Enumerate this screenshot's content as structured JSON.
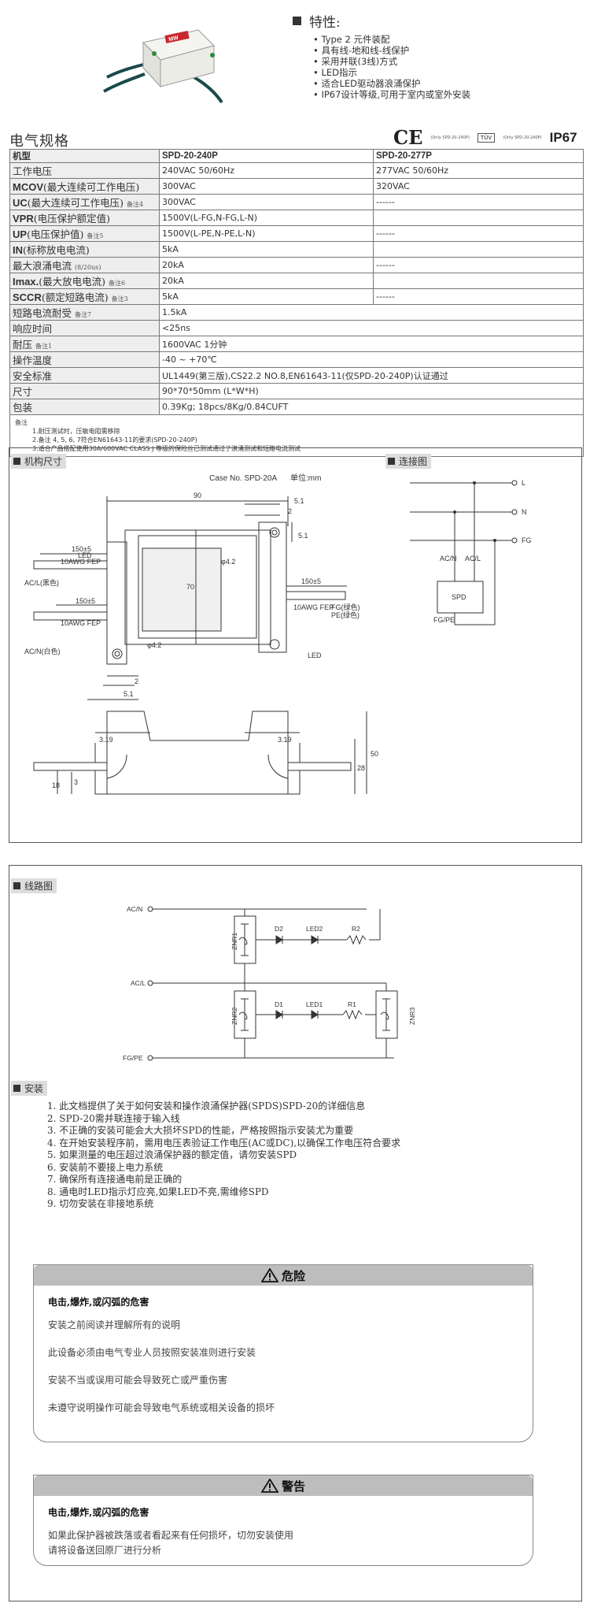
{
  "features": {
    "title": "特性:",
    "items": [
      "Type 2 元件装配",
      "具有线-地和线-线保护",
      "采用并联(3线)方式",
      "LED指示",
      "适合LED驱动器浪涌保护",
      "IP67设计等级,可用于室内或室外安装"
    ]
  },
  "product_photo": {
    "brand": "MW"
  },
  "spec": {
    "title": "电气规格",
    "certs": {
      "ce": "CE",
      "ce_note": "(Only SPD-20-240P)",
      "tuv": "TÜV",
      "ul_note": "(Only SPD-20-240P)",
      "ip": "IP67"
    },
    "header": [
      "机型",
      "SPD-20-240P",
      "SPD-20-277P"
    ],
    "rows": [
      {
        "bold": "",
        "label": "工作电压",
        "note": "",
        "v1": "240VAC 50/60Hz",
        "v2": "277VAC 50/60Hz"
      },
      {
        "bold": "MCOV",
        "label": "(最大连续可工作电压)",
        "note": "",
        "v1": "300VAC",
        "v2": "320VAC"
      },
      {
        "bold": "UC",
        "label": "(最大连续可工作电压)",
        "note": "备注4",
        "v1": "300VAC",
        "v2": "------"
      },
      {
        "bold": "VPR",
        "label": "(电压保护额定值)",
        "note": "",
        "v1": "1500V(L-FG,N-FG,L-N)",
        "v2": ""
      },
      {
        "bold": "UP",
        "label": "(电压保护值)",
        "note": "备注5",
        "v1": "1500V(L-PE,N-PE,L-N)",
        "v2": "------"
      },
      {
        "bold": "IN",
        "label": "(标称放电电流)",
        "note": "",
        "v1": "5kA",
        "v2": ""
      },
      {
        "bold": "",
        "label": "最大浪涌电流",
        "note": "(8/20us)",
        "v1": "20kA",
        "v2": "------"
      },
      {
        "bold": "Imax.",
        "label": "(最大放电电流)",
        "note": "备注6",
        "v1": "20kA",
        "v2": ""
      },
      {
        "bold": "SCCR",
        "label": "(额定短路电流)",
        "note": "备注3",
        "v1": "5kA",
        "v2": "------"
      },
      {
        "bold": "",
        "label": "短路电流耐受",
        "note": "备注7",
        "v1": "1.5kA",
        "v2": ""
      },
      {
        "bold": "",
        "label": "响应时间",
        "note": "",
        "v1": "<25ns",
        "v2": ""
      },
      {
        "bold": "",
        "label": "耐压",
        "note": "备注1",
        "v1": "1600VAC 1分钟",
        "v2": ""
      },
      {
        "bold": "",
        "label": "操作温度",
        "note": "",
        "v1": "-40 ~ +70℃",
        "v2": ""
      },
      {
        "bold": "",
        "label": "安全标准",
        "note": "",
        "v1": "UL1449(第三版),CS22.2 NO.8,EN61643-11(仅SPD-20-240P)认证通过",
        "v2": ""
      },
      {
        "bold": "",
        "label": "尺寸",
        "note": "",
        "v1": "90*70*50mm (L*W*H)",
        "v2": ""
      },
      {
        "bold": "",
        "label": "包装",
        "note": "",
        "v1": "0.39Kg; 18pcs/8Kg/0.84CUFT",
        "v2": ""
      }
    ],
    "notes": {
      "label": "备注",
      "lines": [
        "1.耐压测试时，压敏电阻需移除",
        "2.备注 4, 5, 6, 7符合EN61643-11的要求(SPD-20-240P)",
        "3.适合产品搭配使用30A/600VAC CLASS J 等级的保险丝已测试通过了浪涌测试和短路电流测试"
      ]
    }
  },
  "mech": {
    "tag": "机构尺寸",
    "case_no": "Case No. SPD-20A",
    "unit": "单位:mm",
    "dims": {
      "d90": "90",
      "d51": "5.1",
      "d2": "2",
      "d51v": "5.1",
      "d70": "70",
      "phi42a": "φ4.2",
      "phi42b": "φ4.2",
      "d150a": "150±5",
      "d150b": "150±5",
      "d150c": "150±5",
      "d2b": "2",
      "d51b": "5.1",
      "d319a": "3.19",
      "d319b": "3.19",
      "d50": "50",
      "d28": "28",
      "d18": "18",
      "d3": "3"
    },
    "labels": {
      "led_top": "LED",
      "awg_top": "10AWG FEP",
      "acl": "AC/L(黑色)",
      "awg_bottom": "10AWG FEP",
      "acn": "AC/N(白色)",
      "awg_right": "10AWG FEP",
      "fg": "FG(绿色)",
      "pe": "PE(绿色)",
      "led_right": "LED"
    }
  },
  "connection": {
    "tag": "连接图",
    "L": "L",
    "N": "N",
    "FG": "FG",
    "acn": "AC/N",
    "acl": "AC/L",
    "spd": "SPD",
    "fgpe": "FG/PE"
  },
  "circuit": {
    "tag": "线路图",
    "acn": "AC/N",
    "acl": "AC/L",
    "fgpe": "FG/PE",
    "znr1": "ZNR1",
    "znr2": "ZNR2",
    "znr3": "ZNR3",
    "d1": "D1",
    "d2": "D2",
    "led1": "LED1",
    "led2": "LED2",
    "r1": "R1",
    "r2": "R2"
  },
  "install": {
    "tag": "安装",
    "items": [
      "1. 此文档提供了关于如何安装和操作浪涌保护器(SPDS)SPD-20的详细信息",
      "2. SPD-20需并联连接于输入线",
      "3. 不正确的安装可能会大大损坏SPD的性能，严格按照指示安装尤为重要",
      "4. 在开始安装程序前，需用电压表验证工作电压(AC或DC),以确保工作电压符合要求",
      "5. 如果测量的电压超过浪涌保护器的额定值，请勿安装SPD",
      "6. 安装前不要接上电力系统",
      "7. 确保所有连接通电前是正确的",
      "8. 通电时LED指示灯应亮,如果LED不亮,需维修SPD",
      "9. 切勿安装在非接地系统"
    ]
  },
  "danger": {
    "head": "危险",
    "title": "电击,爆炸,或闪弧的危害",
    "lines": [
      "安装之前阅读并理解所有的说明",
      "此设备必须由电气专业人员按照安装准则进行安装",
      "安装不当或误用可能会导致死亡或严重伤害",
      "未遵守说明操作可能会导致电气系统或相关设备的损坏"
    ]
  },
  "caution": {
    "head": "警告",
    "title": "电击,爆炸,或闪弧的危害",
    "lines": [
      "如果此保护器被跌落或者看起来有任何损坏，切勿安装使用",
      "请将设备送回原厂进行分析"
    ]
  }
}
